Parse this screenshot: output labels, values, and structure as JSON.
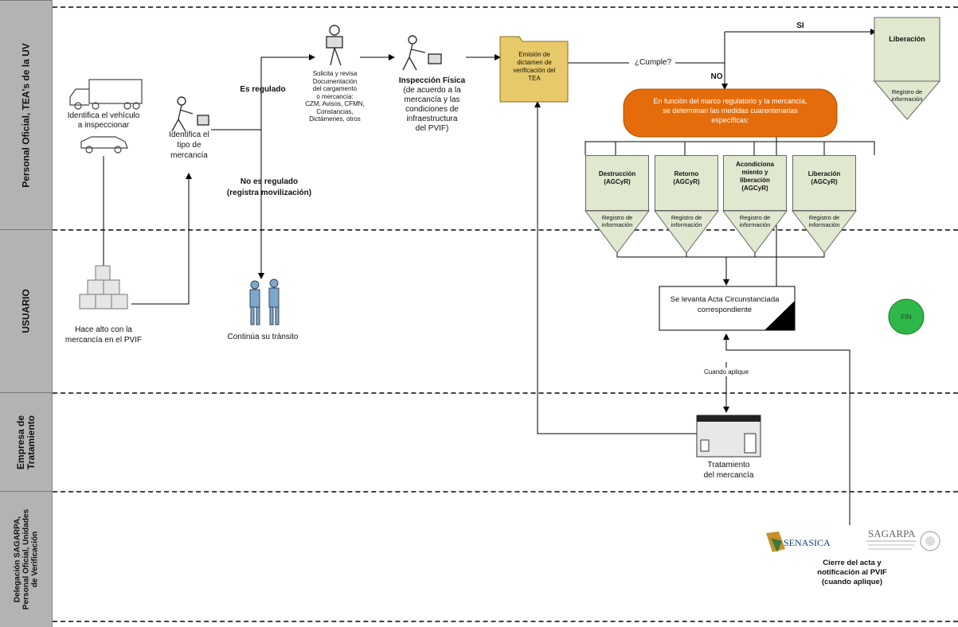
{
  "lanes": [
    {
      "label": "Personal Oficial, TEA's de la UV"
    },
    {
      "label": "USUARIO"
    },
    {
      "label": "Empresa de\nTratamiento"
    },
    {
      "label": "Delegación SAGARPA,\nPersonal Oficial, Unidades\nde Verificación"
    }
  ],
  "nodes": {
    "identifica_vehiculo": "Identifica el vehículo\na inspeccionar",
    "hace_alto": "Hace alto con la\nmercancía en el PVIF",
    "identifica_tipo": "Identifica el\ntipo de\nmercancía",
    "es_regulado": "Es regulado",
    "no_es_regulado": "No es regulado\n(registra movilización)",
    "continua": "Continúa su tránsito",
    "solicita": "Solicita y revisa\nDocumentación\ndel cargamento\no mercancía:\nCZM, Avisos, CFMN,\nConstancias,\nDictámenes, otros",
    "inspeccion_title": "Inspección Física",
    "inspeccion_body": "(de acuerdo a la\nmercancía y las\ncondiciones de\ninfraestructura\ndel PVIF)",
    "emision": "Emisión de\ndictamen de\nverificación del\nTEA",
    "cumple": "¿Cumple?",
    "si": "SI",
    "no": "NO",
    "medidas": "En función del marco regulatorio y la mercancía,\nse determinan las medidas cuarentenarias\nespecíficas:",
    "liberacion_top": "Liberación",
    "registro": "Registro de\ninformación",
    "destruccion": "Destrucción\n(AGCyR)",
    "retorno": "Retorno\n(AGCyR)",
    "acondiciona": "Acondiciona\nmiento y\nliberación\n(AGCyR)",
    "liberacion": "Liberación\n(AGCyR)",
    "acta": "Se levanta Acta Circunstanciada\ncorrespondiente",
    "fin": "FIN",
    "cuando_aplique": "Cuando aplique",
    "tratamiento": "Tratamiento\ndel mercancía",
    "cierre": "Cierre del acta y\nnotificación al PVIF\n(cuando aplique)"
  },
  "logos": {
    "senasica": "SENASICA",
    "sagarpa": "SAGARPA"
  },
  "colors": {
    "lane_header": "#b3b3b3",
    "decision_orange": "#e46c0a",
    "fin_green": "#2eb84a",
    "doc_green": "#e0e8d0",
    "folder_yellow": "#e8c96a"
  }
}
